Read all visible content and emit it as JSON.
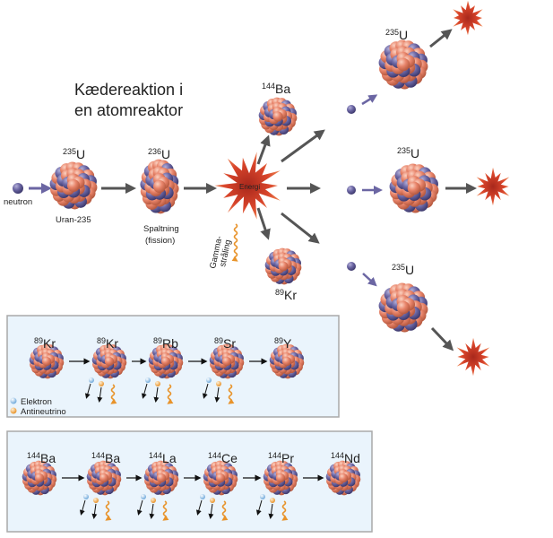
{
  "title": {
    "line1": "Kædereaktion i",
    "line2": "en atomreaktor"
  },
  "main": {
    "neutron_label": "neutron",
    "u235": {
      "mass": "235",
      "symbol": "U",
      "caption": "Uran-235"
    },
    "u236": {
      "mass": "236",
      "symbol": "U",
      "caption1": "Spaltning",
      "caption2": "(fission)"
    },
    "energy_label": "Energi",
    "gamma_label1": "Gamma-",
    "gamma_label2": "stråling",
    "ba": {
      "mass": "144",
      "symbol": "Ba"
    },
    "kr": {
      "mass": "89",
      "symbol": "Kr"
    },
    "next_u": [
      {
        "mass": "235",
        "symbol": "U"
      },
      {
        "mass": "235",
        "symbol": "U"
      },
      {
        "mass": "235",
        "symbol": "U"
      }
    ]
  },
  "kr_chain": {
    "nuclides": [
      {
        "mass": "89",
        "symbol": "Kr"
      },
      {
        "mass": "89",
        "symbol": "Kr"
      },
      {
        "mass": "89",
        "symbol": "Rb"
      },
      {
        "mass": "89",
        "symbol": "Sr"
      },
      {
        "mass": "89",
        "symbol": "Y"
      }
    ],
    "legend": {
      "electron": "Elektron",
      "antineutrino": "Antineutrino"
    }
  },
  "ba_chain": {
    "nuclides": [
      {
        "mass": "144",
        "symbol": "Ba"
      },
      {
        "mass": "144",
        "symbol": "Ba"
      },
      {
        "mass": "144",
        "symbol": "La"
      },
      {
        "mass": "144",
        "symbol": "Ce"
      },
      {
        "mass": "144",
        "symbol": "Pr"
      },
      {
        "mass": "144",
        "symbol": "Nd"
      }
    ]
  },
  "colors": {
    "neutron": "#6b66a3",
    "proton": "#e8846a",
    "energy_star": "#d9452b",
    "gamma": "#e8932a",
    "electron": "#8ec3ea",
    "antineutrino": "#f0a552",
    "arrow": "#555555",
    "box_fill": "#eaf4fc",
    "box_stroke": "#a9a9a9"
  }
}
